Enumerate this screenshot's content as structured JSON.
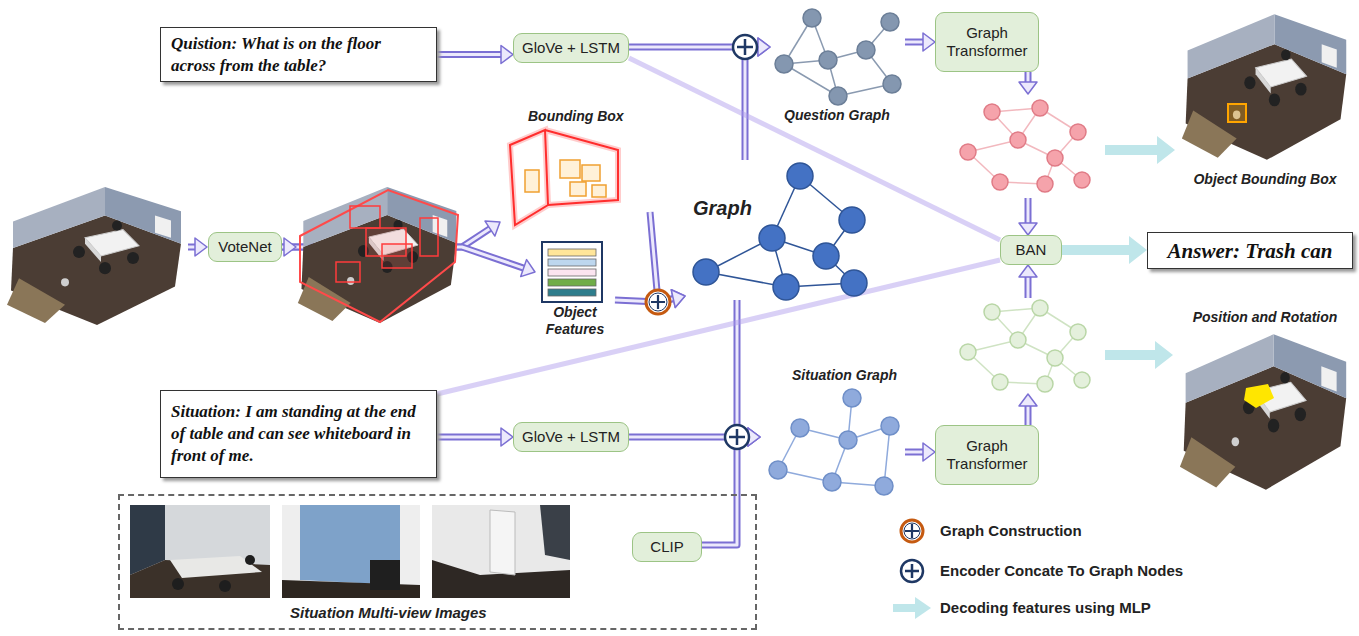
{
  "diagram": {
    "nodes": [
      {
        "text": [
          "Quistion: What is on the floor across from the table?"
        ]
      },
      {
        "text": [
          "GloVe + LSTM"
        ]
      },
      {
        "text": [
          "Question Graph"
        ]
      },
      {
        "text": [
          "Graph Transformer"
        ]
      },
      {
        "text": [
          "Bounding Box"
        ]
      },
      {
        "text": [
          "VoteNet"
        ]
      },
      {
        "text": [
          "Graph"
        ]
      },
      {
        "text": [
          "BAN"
        ]
      },
      {
        "text": [
          "Answer: Trash can"
        ]
      },
      {
        "text": [
          "Object Features"
        ]
      },
      {
        "text": [
          "Situation: I am standing at the end of table and can see whiteboard in front of me."
        ]
      },
      {
        "text": [
          "GloVe + LSTM"
        ]
      },
      {
        "text": [
          "Situation Graph"
        ]
      },
      {
        "text": [
          "Graph Transformer"
        ]
      },
      {
        "text": [
          "Situation Multi-view Images"
        ]
      },
      {
        "text": [
          "CLIP"
        ],
        "in": 14
      }
    ],
    "edges": [
      {
        "from": 0,
        "to": 1,
        "arrow": "to"
      },
      {
        "from": 1,
        "to": 2,
        "arrow": "to"
      },
      {
        "from": 6,
        "to": 2,
        "arrow": "to"
      },
      {
        "from": 2,
        "to": 3,
        "arrow": "to"
      },
      {
        "from": 3,
        "to": 7,
        "arrow": "to"
      },
      {
        "from": 1,
        "to": 7,
        "arrow": "none"
      },
      {
        "from": 5,
        "to": 4,
        "arrow": "to"
      },
      {
        "from": 5,
        "to": 9,
        "arrow": "to"
      },
      {
        "from": 4,
        "to": 6,
        "arrow": "to"
      },
      {
        "from": 9,
        "to": 6,
        "arrow": "to"
      },
      {
        "from": 6,
        "to": 12,
        "arrow": "to"
      },
      {
        "from": 10,
        "to": 11,
        "arrow": "to"
      },
      {
        "from": 11,
        "to": 12,
        "arrow": "to"
      },
      {
        "from": 15,
        "to": 12,
        "arrow": "to"
      },
      {
        "from": 12,
        "to": 13,
        "arrow": "to"
      },
      {
        "from": 13,
        "to": 7,
        "arrow": "to"
      },
      {
        "from": 10,
        "to": 7,
        "arrow": "none"
      },
      {
        "from": 7,
        "to": 8,
        "arrow": "to"
      }
    ],
    "labels": [
      "Object Bounding Box",
      "Position and Rotation"
    ],
    "legend": [
      {
        "text": "Graph Construction"
      },
      {
        "text": "Encoder Concate To Graph Nodes"
      },
      {
        "text": "Decoding features using MLP"
      }
    ]
  }
}
